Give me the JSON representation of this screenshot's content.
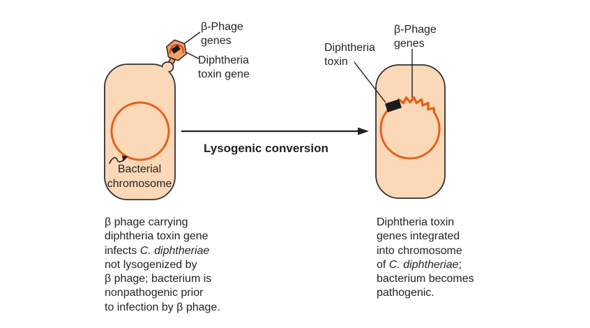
{
  "labels": {
    "left_phage_genes": [
      "β-Phage",
      "genes"
    ],
    "left_toxin_gene": [
      "Diphtheria",
      "toxin gene"
    ],
    "bacterial_chromosome": [
      "Bacterial",
      "chromosome"
    ],
    "arrow": "Lysogenic conversion",
    "right_toxin": [
      "Diphtheria",
      "toxin"
    ],
    "right_phage_genes": [
      "β-Phage",
      "genes"
    ]
  },
  "captions": {
    "left": [
      {
        "pre": "β phage carrying",
        "italic": "",
        "post": ""
      },
      {
        "pre": "diphtheria toxin gene",
        "italic": "",
        "post": ""
      },
      {
        "pre": "infects ",
        "italic": "C. diphtheriae",
        "post": ""
      },
      {
        "pre": "not lysogenized by",
        "italic": "",
        "post": ""
      },
      {
        "pre": "β phage; bacterium is",
        "italic": "",
        "post": ""
      },
      {
        "pre": "nonpathogenic prior",
        "italic": "",
        "post": ""
      },
      {
        "pre": "to infection by β phage.",
        "italic": "",
        "post": ""
      }
    ],
    "right": [
      {
        "pre": "Diphtheria toxin",
        "italic": "",
        "post": ""
      },
      {
        "pre": "genes integrated",
        "italic": "",
        "post": ""
      },
      {
        "pre": "into chromosome",
        "italic": "",
        "post": ""
      },
      {
        "pre": "of ",
        "italic": "C. diphtheriae",
        "post": ";"
      },
      {
        "pre": "bacterium becomes",
        "italic": "",
        "post": ""
      },
      {
        "pre": "pathogenic.",
        "italic": "",
        "post": ""
      }
    ]
  },
  "colors": {
    "background": "#FFFFFF",
    "ink": "#231F20",
    "cell_fill": "#FAD8B8",
    "cell_outline": "#33302E",
    "chromosome_orange": "#E6601A",
    "phage_fill": "#F0A064",
    "phage_gene_orange": "#E0521A",
    "toxin_black": "#1C1A19"
  }
}
